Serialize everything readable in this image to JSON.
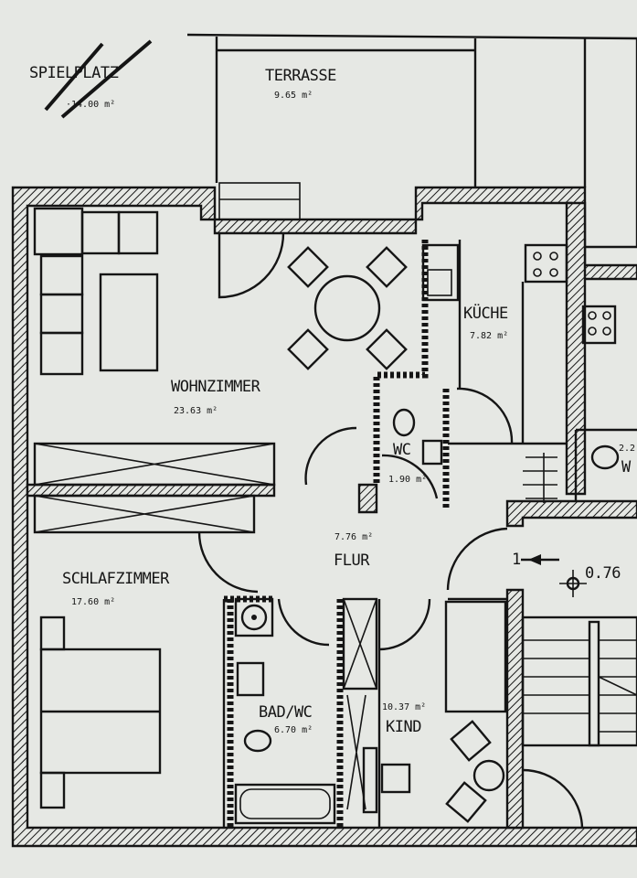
{
  "rooms": {
    "spielplatz": {
      "name": "SPIELPLATZ",
      "area": "·14.00 m²"
    },
    "terrasse": {
      "name": "TERRASSE",
      "area": "9.65 m²"
    },
    "wohnzimmer": {
      "name": "WOHNZIMMER",
      "area": "23.63 m²"
    },
    "kueche": {
      "name": "KÜCHE",
      "area": "7.82 m²"
    },
    "wc": {
      "name": "WC",
      "area": "1.90 m²"
    },
    "flur": {
      "name": "FLUR",
      "area": "7.76 m²"
    },
    "schlafzimmer": {
      "name": "SCHLAFZIMMER",
      "area": "17.60 m²"
    },
    "bad": {
      "name": "BAD/WC",
      "area": "6.70 m²"
    },
    "kind": {
      "name": "KIND",
      "area": "10.37 m²"
    },
    "neighbor_wc": {
      "name": "W",
      "area": "2.2"
    }
  },
  "markers": {
    "stair_number": "1",
    "elevation": "0.76"
  }
}
